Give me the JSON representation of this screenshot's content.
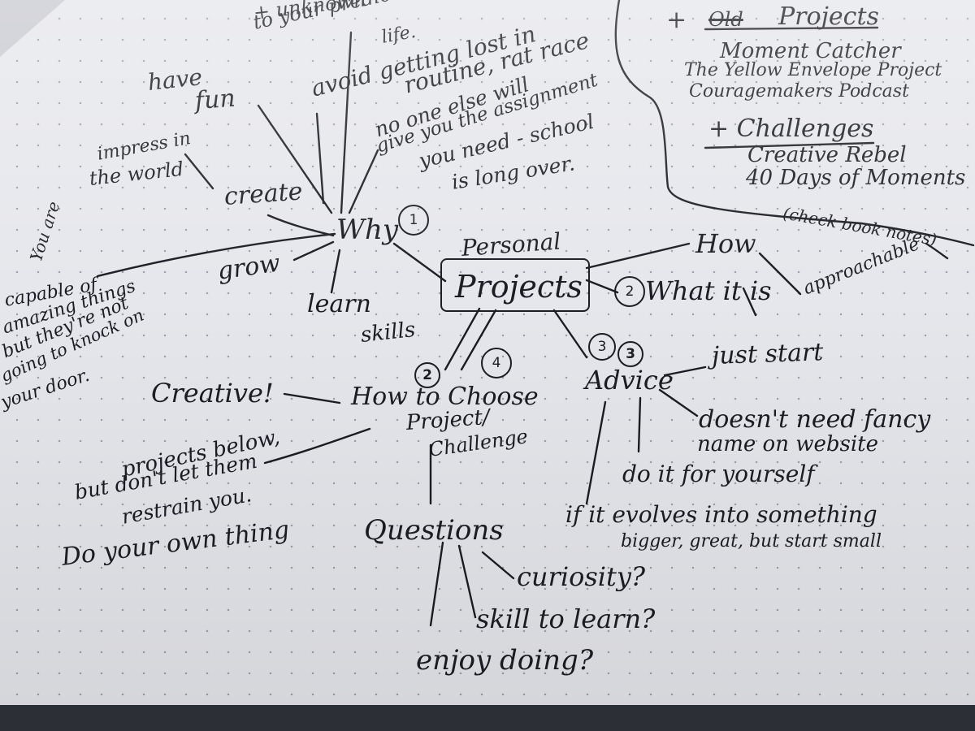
{
  "center": {
    "top": "Personal",
    "main": "Projects"
  },
  "branches": {
    "why": {
      "label": "Why",
      "number": "1",
      "items": {
        "have_fun_1": "have",
        "have_fun_2": "fun",
        "unknown_1": "+ unknown",
        "unknown_2": "to your predictable",
        "unknown_3": "life.",
        "avoid_1": "avoid getting lost in",
        "avoid_2": "routine, rat race",
        "no_one_1": "no one else will",
        "no_one_2": "give you the assignment",
        "no_one_3": "you need - school",
        "no_one_4": "is long over.",
        "impress_1": "impress in",
        "impress_2": "the world",
        "create": "create",
        "capable_1": "You are",
        "capable_2": "capable of",
        "capable_3": "amazing things",
        "capable_4": "but they're not",
        "capable_5": "going to knock on",
        "capable_6": "your door.",
        "grow": "grow",
        "learn": "learn",
        "skills": "skills"
      }
    },
    "how": {
      "label": "How",
      "approachable": "approachable"
    },
    "what": {
      "label": "What it is",
      "number": "2"
    },
    "advice": {
      "label": "Advice",
      "number_a": "3",
      "number_b": "3",
      "items": {
        "just_start": "just start",
        "fancy_1": "doesn't need fancy",
        "fancy_2": "name on website",
        "yourself": "do it for yourself",
        "evolves_1": "if it evolves into something",
        "evolves_2": "bigger, great, but start small"
      }
    },
    "choose": {
      "label_1": "How to Choose",
      "label_2": "Project/",
      "label_3": "Challenge",
      "number_a": "2",
      "number_b": "4",
      "creative": "Creative!",
      "below_1": "projects below,",
      "below_2": "but don't let them",
      "below_3": "restrain you.",
      "below_4": "Do your own thing",
      "questions": "Questions",
      "curiosity": "curiosity?",
      "skill": "skill to learn?",
      "enjoy": "enjoy doing?"
    }
  },
  "projects_box": {
    "plus": "+",
    "struck": "Old",
    "header": "Projects",
    "items": [
      "Moment Catcher",
      "The Yellow Envelope Project",
      "Couragemakers Podcast"
    ],
    "challenges_header": "+ Challenges",
    "challenges": [
      "Creative Rebel",
      "40 Days of Moments"
    ],
    "note": "(check book notes)"
  }
}
